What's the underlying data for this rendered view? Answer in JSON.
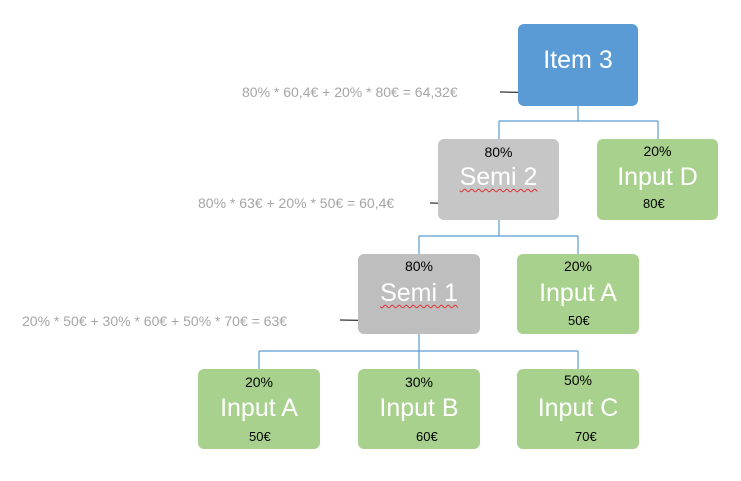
{
  "nodes": {
    "item3": {
      "name": "Item 3"
    },
    "semi2": {
      "pct": "80%",
      "name": "Semi 2"
    },
    "inputD": {
      "pct": "20%",
      "name": "Input D",
      "price": "80€"
    },
    "semi1": {
      "pct": "80%",
      "name": "Semi 1"
    },
    "inputA_mid": {
      "pct": "20%",
      "name": "Input A",
      "price": "50€"
    },
    "inputA_bottom": {
      "pct": "20%",
      "name": "Input A",
      "price": "50€"
    },
    "inputB": {
      "pct": "30%",
      "name": "Input B",
      "price": "60€"
    },
    "inputC": {
      "pct": "50%",
      "name": "Input C",
      "price": "70€"
    }
  },
  "formulas": {
    "item3": "80% * 60,4€ + 20% * 80€ = 64,32€",
    "semi2": "80% * 63€ + 20% * 50€ = 60,4€",
    "semi1": "20% * 50€ + 30% * 60€ + 50% * 70€ = 63€"
  },
  "colors": {
    "item": "#5b9bd5",
    "semi": "#c6c6c6",
    "input": "#a8d18d",
    "connector": "#5b9bd5",
    "formula_text": "#a6a6a6"
  }
}
